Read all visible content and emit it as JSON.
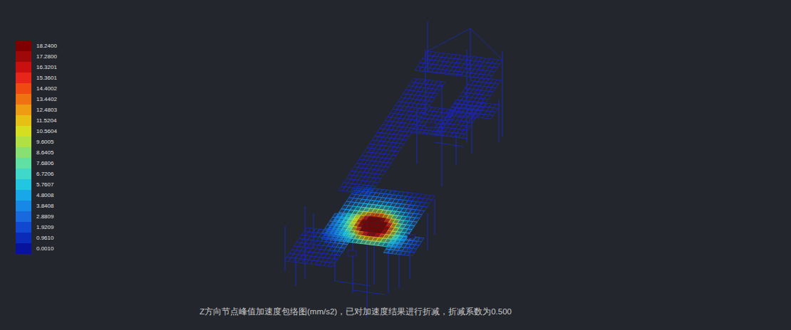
{
  "diagram": {
    "caption": "Z方向节点峰值加速度包络图(mm/s2)，已对加速度结果进行折减，折减系数为0.500",
    "legend": [
      {
        "text": "18.2400",
        "color": "#7f0000"
      },
      {
        "text": "17.2800",
        "color": "#9e0808"
      },
      {
        "text": "16.3201",
        "color": "#c81010"
      },
      {
        "text": "15.3601",
        "color": "#e8251a"
      },
      {
        "text": "14.4002",
        "color": "#ef4a12"
      },
      {
        "text": "13.4402",
        "color": "#ef7212"
      },
      {
        "text": "12.4803",
        "color": "#ee9c12"
      },
      {
        "text": "11.5204",
        "color": "#e6c014"
      },
      {
        "text": "10.5604",
        "color": "#d6de22"
      },
      {
        "text": "9.6005",
        "color": "#b0e044"
      },
      {
        "text": "8.6405",
        "color": "#88e072"
      },
      {
        "text": "7.6806",
        "color": "#60e0a2"
      },
      {
        "text": "6.7206",
        "color": "#40d8c8"
      },
      {
        "text": "5.7607",
        "color": "#22c6e0"
      },
      {
        "text": "4.8008",
        "color": "#18a8e8"
      },
      {
        "text": "3.8408",
        "color": "#1888e6"
      },
      {
        "text": "2.8809",
        "color": "#1868de"
      },
      {
        "text": "1.9209",
        "color": "#1048d0"
      },
      {
        "text": "0.9610",
        "color": "#0a2ab8"
      },
      {
        "text": "0.0010",
        "color": "#08129c"
      }
    ]
  }
}
